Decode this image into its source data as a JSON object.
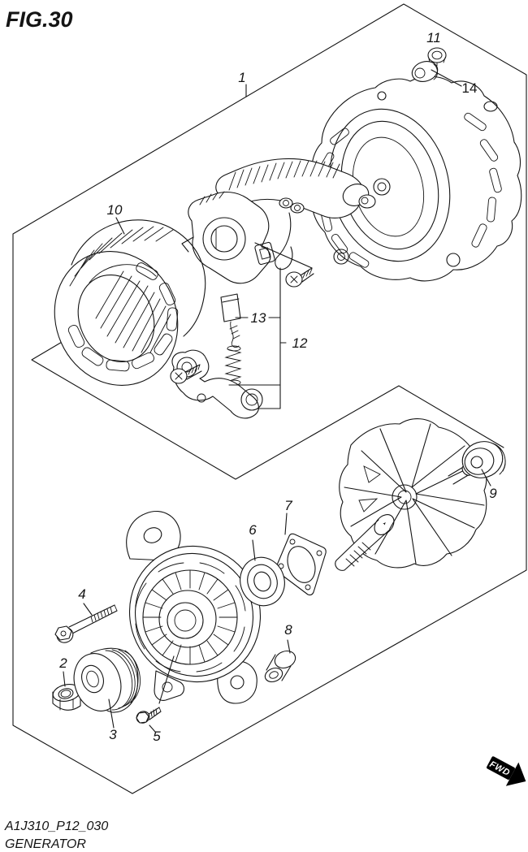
{
  "figure": {
    "fig_label": "FIG.30",
    "drawing_code": "A1J310_P12_030",
    "caption": "GENERATOR"
  },
  "fwd_marker": {
    "label": "FWD"
  },
  "part_labels": {
    "p1": "1",
    "p2": "2",
    "p3": "3",
    "p4": "4",
    "p5": "5",
    "p6": "6",
    "p7": "7",
    "p8": "8",
    "p9": "9",
    "p10": "10",
    "p11": "11",
    "p12": "12",
    "p13": "13",
    "p14": "14"
  },
  "colors": {
    "line": "#141414",
    "background": "#ffffff",
    "fwd_arrow_bg": "#000000",
    "fwd_arrow_text": "#ffffff"
  }
}
